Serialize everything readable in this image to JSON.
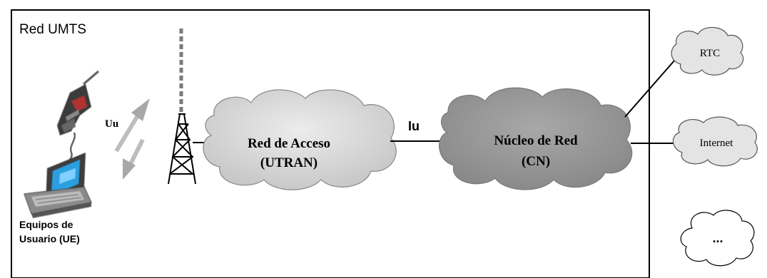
{
  "frame": {
    "title": "Red UMTS"
  },
  "user_equipment": {
    "label_line1": "Equipos de",
    "label_line2": "Usuario (UE)"
  },
  "radio_interface": {
    "label": "Uu"
  },
  "access_network": {
    "line1": "Red de Acceso",
    "line2": "(UTRAN)"
  },
  "iu_interface": {
    "label": "Iu"
  },
  "core_network": {
    "line1": "Núcleo de Red",
    "line2": "(CN)"
  },
  "external_networks": {
    "rtc": "RTC",
    "internet": "Internet",
    "others": "..."
  },
  "colors": {
    "cloud_light": "#dcdcdc",
    "cloud_core": "#9a9a9a",
    "ext_cloud": "#e4e4e4",
    "line": "#000000"
  }
}
